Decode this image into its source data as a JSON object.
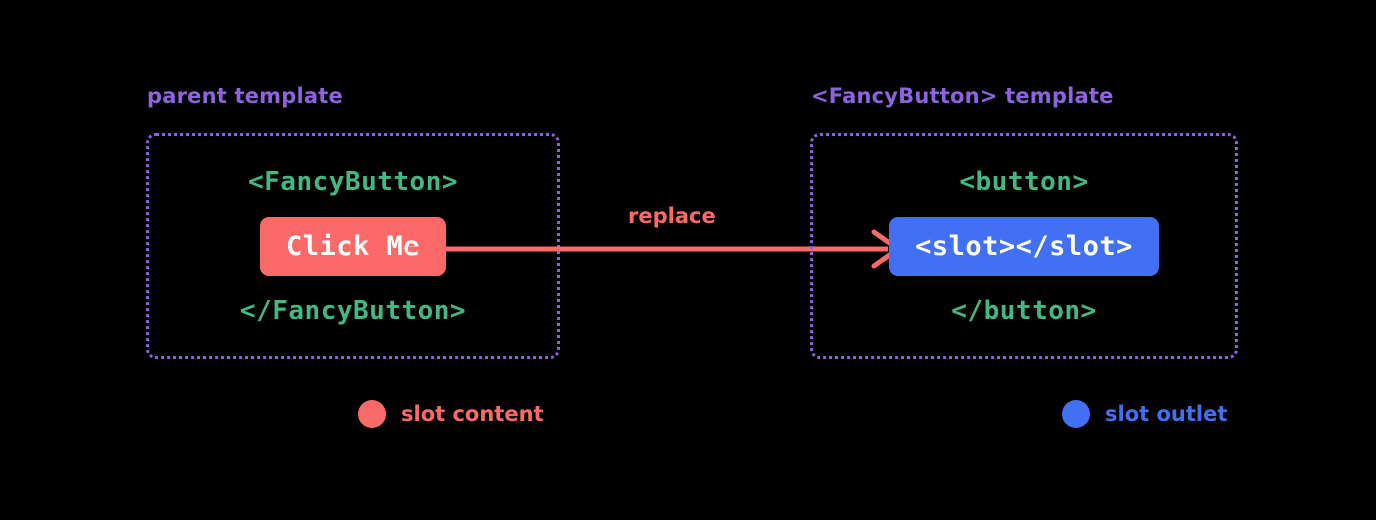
{
  "background_color": "#000000",
  "colors": {
    "heading_purple": "#8d63de",
    "border_purple": "#8d63de",
    "code_green": "#42b883",
    "slot_content_red": "#fb6a68",
    "slot_outlet_blue": "#4270f4",
    "pill_text": "#ffffff"
  },
  "panels": [
    {
      "id": "parent",
      "heading": "parent template",
      "open_tag": "<FancyButton>",
      "highlight": "Click Me",
      "close_tag": "</FancyButton>",
      "highlight_color": "#fb6a68"
    },
    {
      "id": "fancybutton",
      "heading": "<FancyButton> template",
      "open_tag": "<button>",
      "highlight": "<slot></slot>",
      "close_tag": "</button>",
      "highlight_color": "#4270f4"
    }
  ],
  "arrow": {
    "label": "replace",
    "color": "#fb6a68",
    "direction": "left-to-right"
  },
  "legend": [
    {
      "dot_color": "#fb6a68",
      "label": "slot content",
      "icon": "filled-circle-icon"
    },
    {
      "dot_color": "#4270f4",
      "label": "slot outlet",
      "icon": "filled-circle-icon"
    }
  ]
}
